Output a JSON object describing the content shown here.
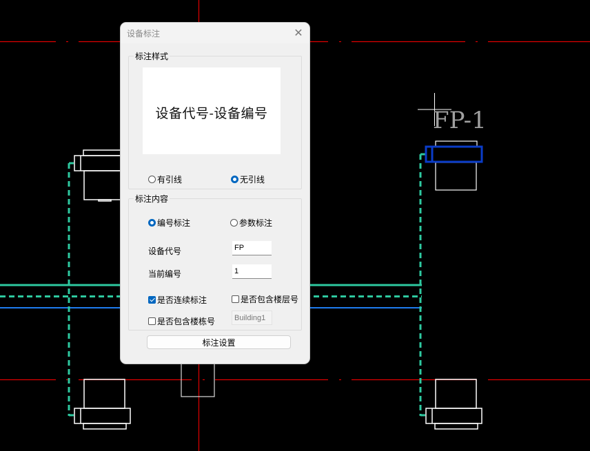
{
  "cad": {
    "label_text": "FP-1",
    "colors": {
      "axis": "#e00000",
      "pipe_solid": "#2ec9a0",
      "pipe_dashed": "#2ec9a0",
      "pipe_blue": "#1e7cf0",
      "equipment": "#ffffff",
      "selected": "#0a3cc8",
      "label": "#a0a0a0"
    }
  },
  "dialog": {
    "title": "设备标注",
    "close_icon": "close-icon",
    "style_group": {
      "label": "标注样式",
      "preview_text": "设备代号-设备编号",
      "radio_leader": "有引线",
      "radio_no_leader": "无引线",
      "selected": "无引线"
    },
    "content_group": {
      "label": "标注内容",
      "radio_number": "编号标注",
      "radio_param": "参数标注",
      "selected": "编号标注",
      "code_label": "设备代号",
      "code_value": "FP",
      "number_label": "当前编号",
      "number_value": "1",
      "continuous_label": "是否连续标注",
      "continuous_checked": true,
      "floor_label": "是否包含楼层号",
      "floor_checked": false,
      "building_label": "是否包含楼栋号",
      "building_checked": false,
      "building_value": "Building1"
    },
    "settings_button": "标注设置"
  }
}
